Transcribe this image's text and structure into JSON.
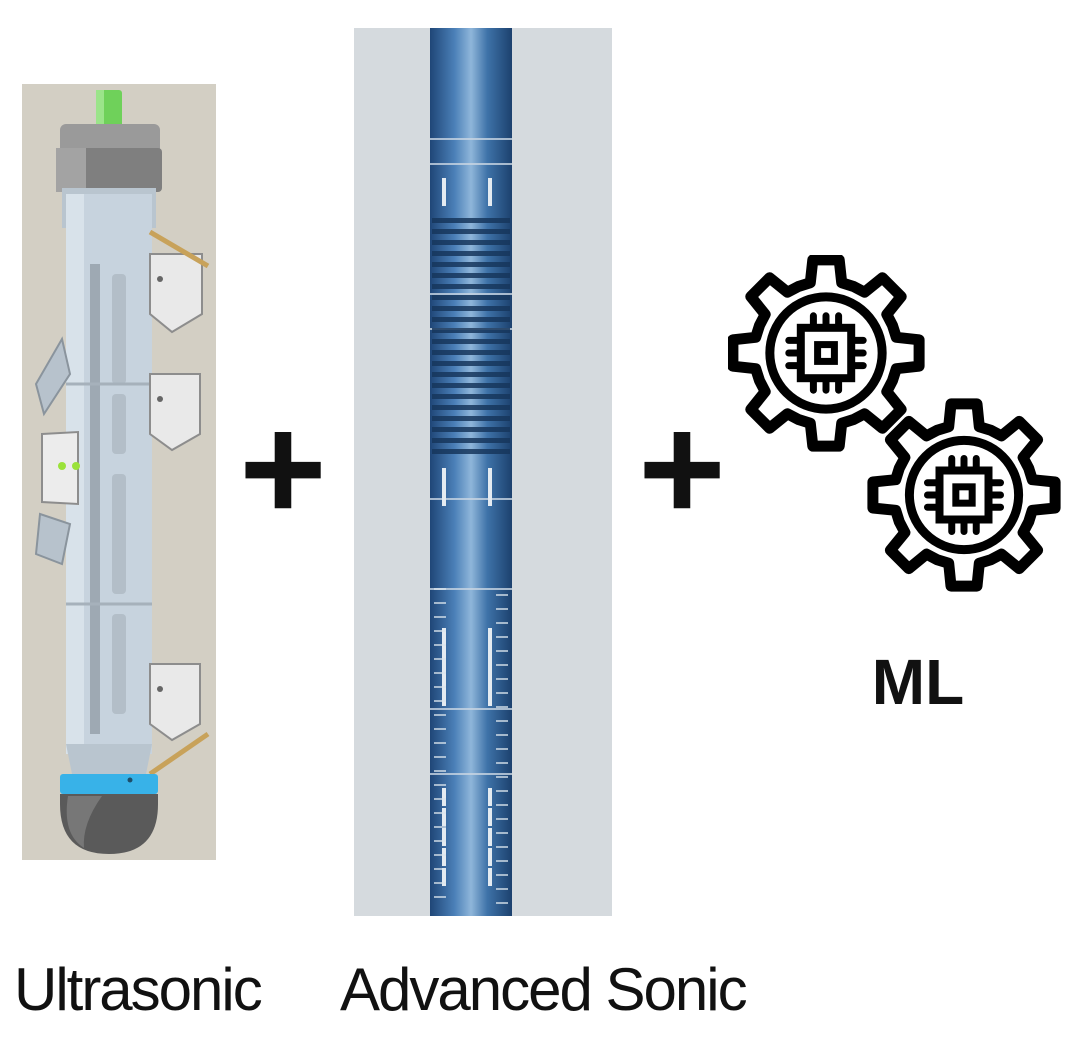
{
  "operator_1": "+",
  "operator_2": "+",
  "captions": {
    "ultrasonic": "Ultrasonic",
    "advanced_sonic": "Advanced Sonic",
    "ml": "ML"
  },
  "icons": {
    "ultrasonic_tool": "ultrasonic-tool-illustration",
    "sonic_tool": "sonic-tool-illustration",
    "ml": "gear-chip-icon"
  },
  "colors": {
    "ultra_background": "#d3cfc4",
    "ultra_body": "#c7d3de",
    "ultra_cap": "#8c8c8c",
    "ultra_pin": "#6fd15a",
    "ultra_band": "#38b2e8",
    "sonic_background": "#d5dade",
    "sonic_tool": "#2e5f95",
    "text": "#111111"
  }
}
